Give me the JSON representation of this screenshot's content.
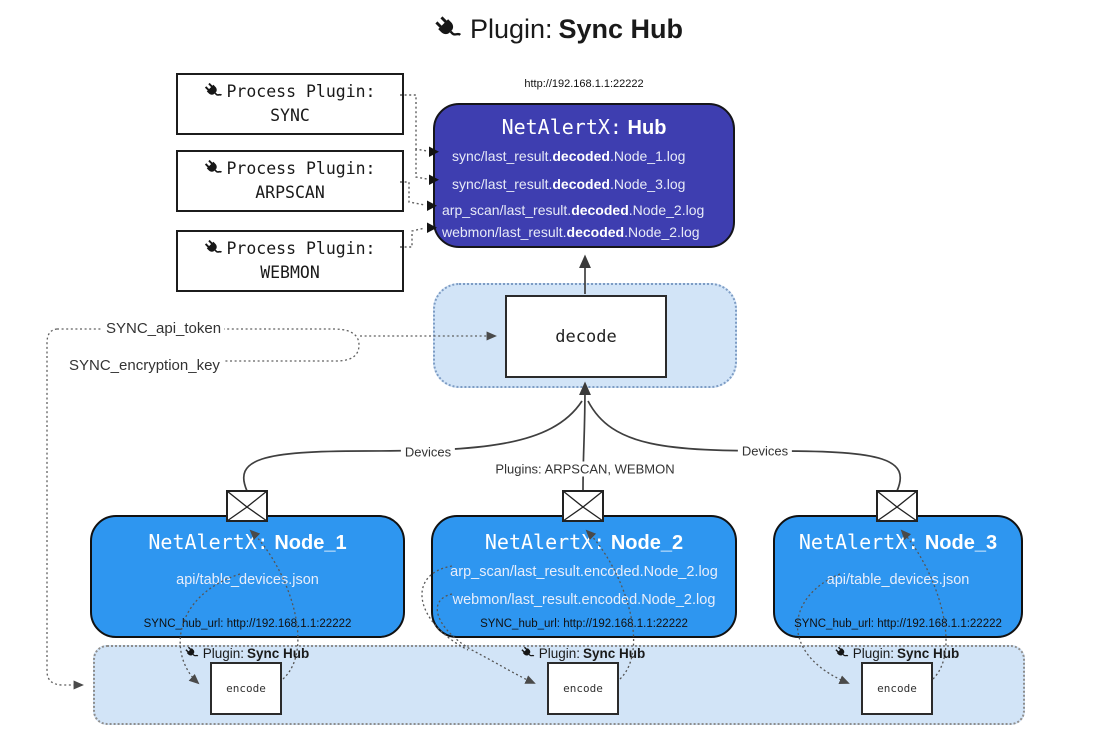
{
  "title": {
    "prefix": "Plugin:",
    "name": "Sync Hub"
  },
  "process_plugins": [
    {
      "line1": "Process Plugin:",
      "line2": "SYNC"
    },
    {
      "line1": "Process Plugin:",
      "line2": "ARPSCAN"
    },
    {
      "line1": "Process Plugin:",
      "line2": "WEBMON"
    }
  ],
  "hub": {
    "url": "http://192.168.1.1:22222",
    "app": "NetAlertX:",
    "name": "Hub",
    "entries": [
      {
        "pre": "sync/last_result.",
        "em": "decoded",
        "post": ".Node_1.log"
      },
      {
        "pre": "sync/last_result.",
        "em": "decoded",
        "post": ".Node_3.log"
      },
      {
        "pre": "arp_scan/last_result.",
        "em": "decoded",
        "post": ".Node_2.log"
      },
      {
        "pre": "webmon/last_result.",
        "em": "decoded",
        "post": ".Node_2.log"
      }
    ]
  },
  "decode": {
    "label": "decode"
  },
  "secrets": {
    "token": "SYNC_api_token",
    "key": "SYNC_encryption_key"
  },
  "edge_labels": {
    "left": "Devices",
    "center": "Plugins: ARPSCAN, WEBMON",
    "right": "Devices"
  },
  "nodes": [
    {
      "app": "NetAlertX:",
      "name": "Node_1",
      "files": [
        "api/table_devices.json"
      ],
      "hub_url": "SYNC_hub_url: http://192.168.1.1:22222"
    },
    {
      "app": "NetAlertX:",
      "name": "Node_2",
      "files": [
        "arp_scan/last_result.encoded.Node_2.log",
        "webmon/last_result.encoded.Node_2.log"
      ],
      "hub_url": "SYNC_hub_url: http://192.168.1.1:22222"
    },
    {
      "app": "NetAlertX:",
      "name": "Node_3",
      "files": [
        "api/table_devices.json"
      ],
      "hub_url": "SYNC_hub_url: http://192.168.1.1:22222"
    }
  ],
  "encoder": {
    "prefix": "Plugin:",
    "name": "Sync Hub",
    "box": "encode"
  },
  "colors": {
    "hub_bg": "#3e3eb0",
    "node_bg": "#2e96f0",
    "panel_bg": "#d2e4f7",
    "panel_border": "#7d9cc4",
    "line": "#3f3f3f"
  }
}
